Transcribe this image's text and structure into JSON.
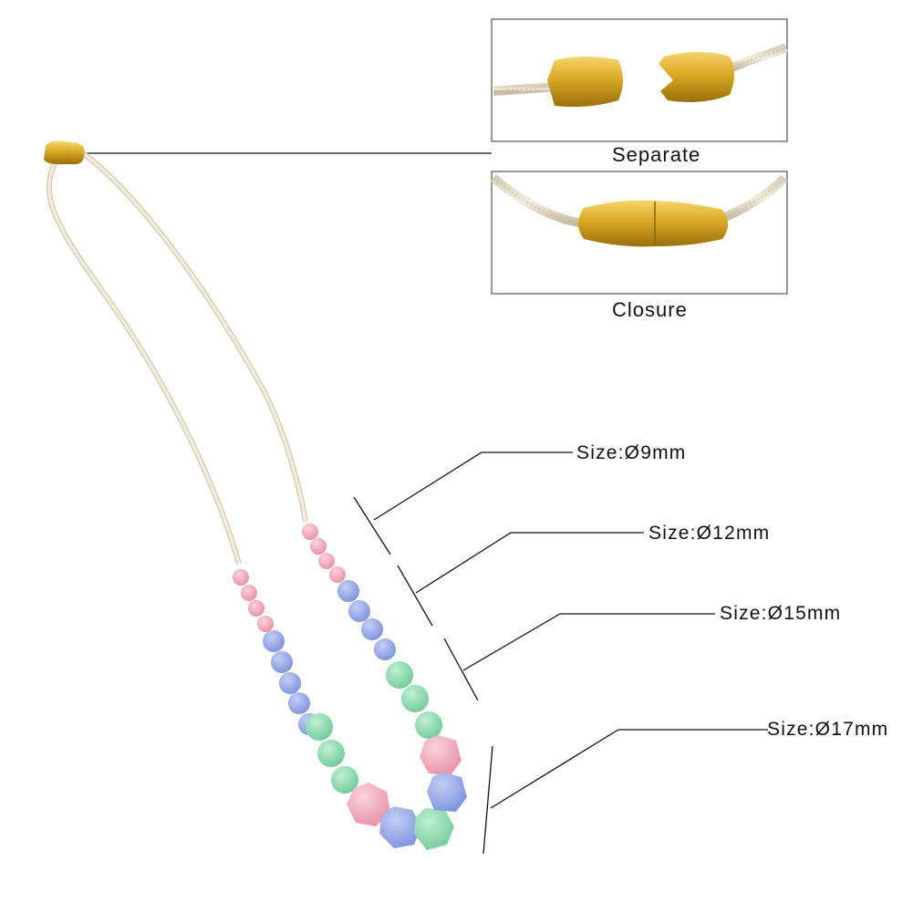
{
  "clasp": {
    "separate_label": "Separate",
    "closure_label": "Closure"
  },
  "sizes": [
    {
      "label": "Size:Ø9mm"
    },
    {
      "label": "Size:Ø12mm"
    },
    {
      "label": "Size:Ø15mm"
    },
    {
      "label": "Size:Ø17mm"
    }
  ],
  "colors": {
    "cord": "#efe6d2",
    "clasp_gold": "#d4a21e",
    "bead_pink": "#f2aebd",
    "bead_blue": "#95a8e6",
    "bead_mint": "#8fdcb0",
    "line": "#111111"
  },
  "icons": {
    "clasp": "gold-breakaway-clasp",
    "necklace": "silicone-bead-necklace"
  }
}
